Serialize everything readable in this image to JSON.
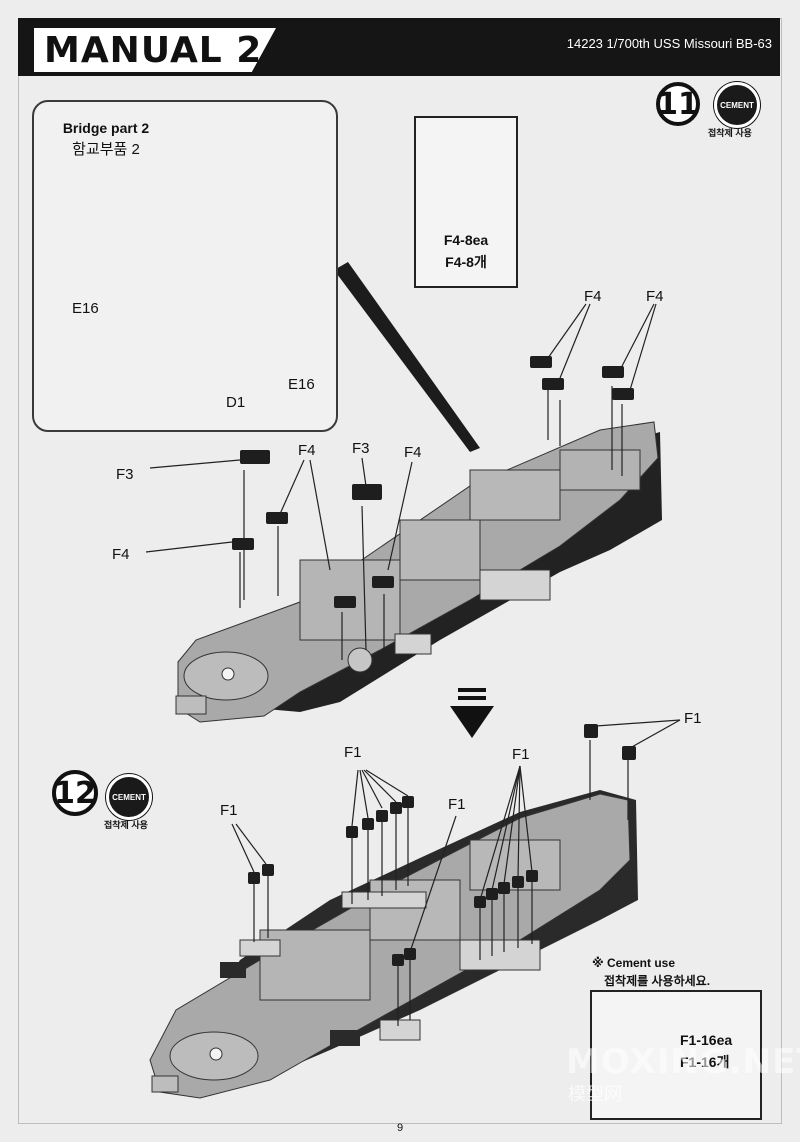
{
  "header": {
    "title": "MANUAL 2",
    "product": "14223 1/700th USS Missouri BB-63"
  },
  "inset": {
    "title_en": "Bridge part 2",
    "title_ko": "함교부품 2",
    "labels": {
      "e16_left": "E16",
      "e16_right": "E16",
      "d1": "D1"
    }
  },
  "legend_top": {
    "line1": "F4-8ea",
    "line2": "F4-8개"
  },
  "step11": {
    "number": "11",
    "cement_icon_label": "CEMENT",
    "cement_caption": "접착제 사용",
    "labels": {
      "f4_top_left": "F4",
      "f4_top_right": "F4",
      "f3_left": "F3",
      "f4_mid_left": "F4",
      "f3_mid": "F3",
      "f4_mid_right": "F4",
      "f4_lower_left": "F4"
    }
  },
  "step12": {
    "number": "12",
    "cement_icon_label": "CEMENT",
    "cement_caption": "접착제 사용",
    "labels": {
      "f1_right": "F1",
      "f1_left": "F1",
      "f1_group_a": "F1",
      "f1_mid": "F1",
      "f1_group_b": "F1"
    }
  },
  "cement_note": {
    "line1": "※ Cement use",
    "line2": "접착제를 사용하세요."
  },
  "legend_bottom": {
    "line1": "F1-16ea",
    "line2": "F1-16개"
  },
  "watermark": {
    "main": "MOXING.NET",
    "sub": "模型网"
  },
  "page_number": "9",
  "colors": {
    "band": "#151515",
    "hull": "#a9a9a9",
    "hull_light": "#c4c4c4",
    "deck_dark": "#2b2b2b"
  }
}
